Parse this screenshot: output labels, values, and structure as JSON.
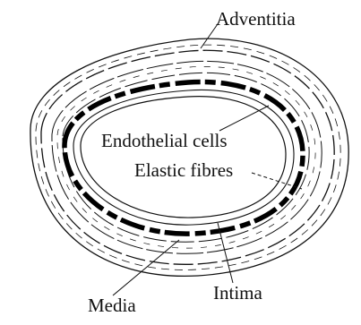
{
  "labels": {
    "adventitia": "Adventitia",
    "endothelial_cells": "Endothelial cells",
    "elastic_fibres": "Elastic fibres",
    "media": "Media",
    "intima": "Intima"
  },
  "colors": {
    "ink": "#111111",
    "background": "#ffffff"
  }
}
